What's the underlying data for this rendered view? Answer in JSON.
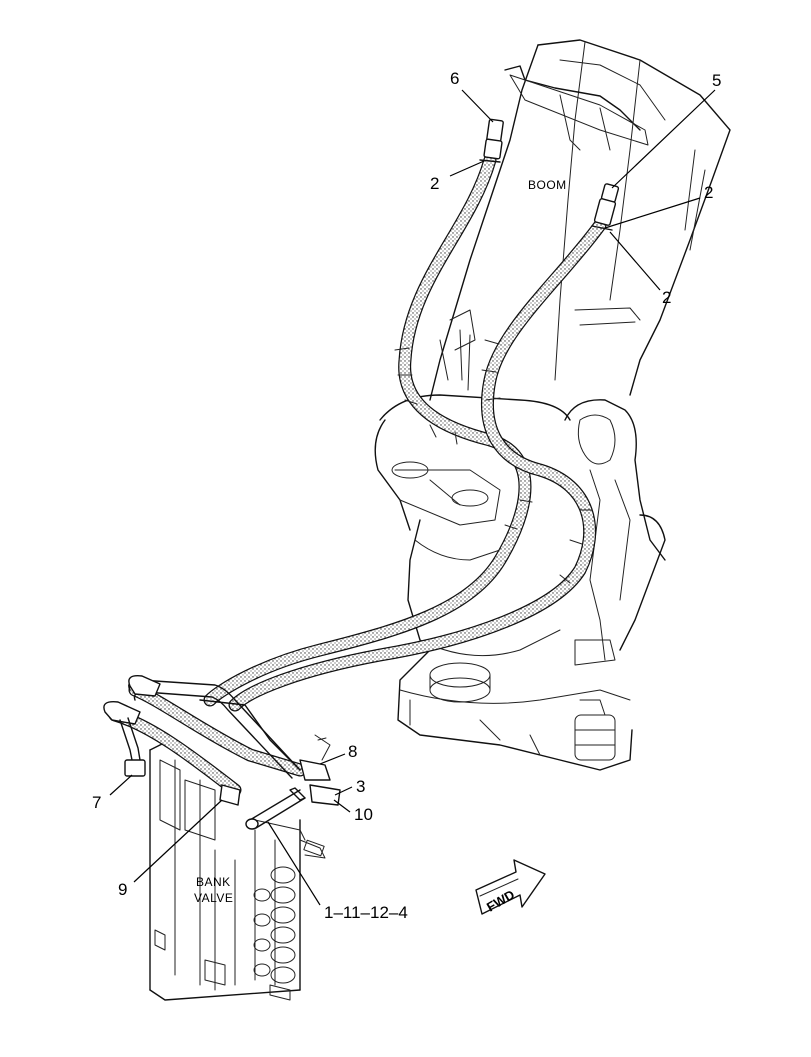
{
  "labels": {
    "boom": "BOOM",
    "bank_valve_line1": "BANK",
    "bank_valve_line2": "VALVE",
    "fwd": "FWD"
  },
  "callouts": {
    "c6": "6",
    "c5": "5",
    "c2_top_left": "2",
    "c2_right_upper": "2",
    "c2_right_lower": "2",
    "c8": "8",
    "c3": "3",
    "c10": "10",
    "c7": "7",
    "c9": "9",
    "c_combo": "1–11–12–4"
  },
  "hose_pattern": "dotted"
}
